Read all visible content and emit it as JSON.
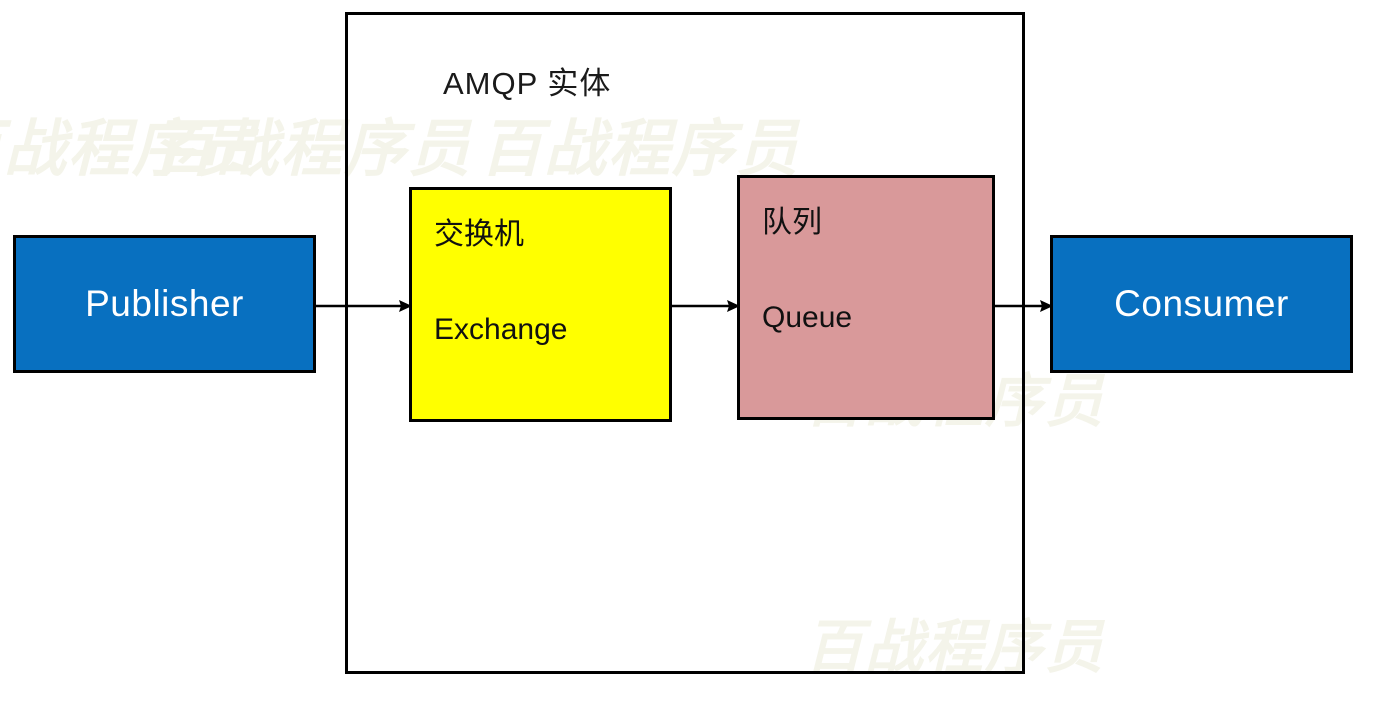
{
  "diagram": {
    "title": "AMQP 实体",
    "watermark_text": "百战程序员",
    "watermarks": [
      {
        "text": "百战程序员"
      },
      {
        "text": "百战程序员"
      },
      {
        "text": "百战程序员"
      },
      {
        "text": "百战程序员"
      },
      {
        "text": "百战程序员"
      }
    ],
    "nodes": [
      {
        "id": "publisher",
        "label": "Publisher",
        "color": "#0870c0",
        "text_color": "#ffffff",
        "border_color": "#000000",
        "inside_container": false
      },
      {
        "id": "exchange",
        "label_cn": "交换机",
        "label_en": "Exchange",
        "color": "#ffff00",
        "text_color": "#111111",
        "border_color": "#000000",
        "inside_container": true
      },
      {
        "id": "queue",
        "label_cn": "队列",
        "label_en": "Queue",
        "color": "#d9999a",
        "text_color": "#111111",
        "border_color": "#000000",
        "inside_container": true
      },
      {
        "id": "consumer",
        "label": "Consumer",
        "color": "#0870c0",
        "text_color": "#ffffff",
        "border_color": "#000000",
        "inside_container": false
      }
    ],
    "edges": [
      {
        "id": "publisher-to-exchange",
        "from": "publisher",
        "to": "exchange",
        "style": "solid-arrow"
      },
      {
        "id": "exchange-to-queue",
        "from": "exchange",
        "to": "queue",
        "style": "solid-arrow"
      },
      {
        "id": "queue-to-consumer",
        "from": "queue",
        "to": "consumer",
        "style": "solid-arrow"
      }
    ],
    "container": {
      "label": "AMQP 实体",
      "border_color": "#000000",
      "fill": "transparent"
    }
  }
}
